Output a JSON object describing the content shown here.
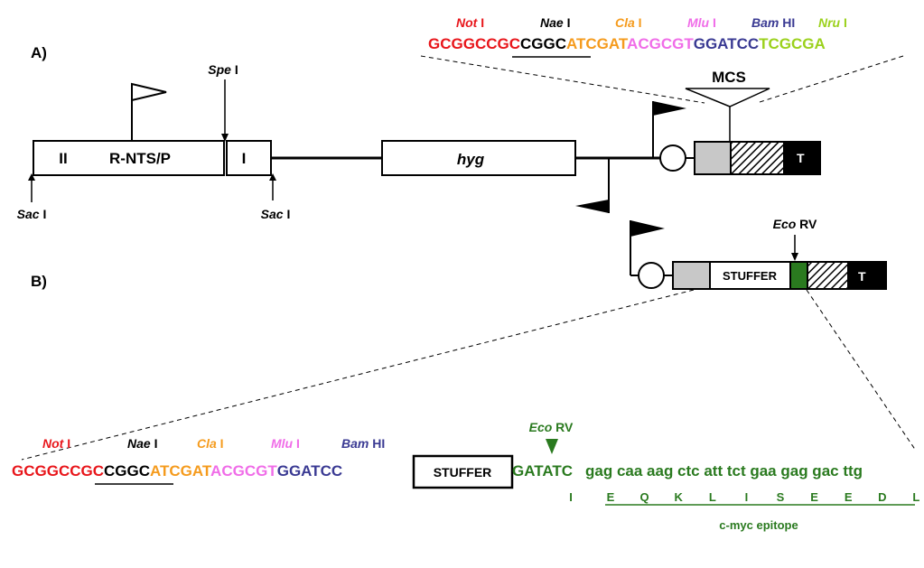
{
  "colors": {
    "not": "#e8161b",
    "nae": "#000000",
    "cla": "#f59b1d",
    "mlu": "#f06de8",
    "bam": "#3a3a93",
    "nru": "#9bd11c",
    "green": "#2a7a1f",
    "grey": "#c8c8c8",
    "black": "#000000"
  },
  "panel_a": {
    "label": "A)",
    "box_left_roman": "II",
    "box_left_name": "R-NTS/P",
    "box_small": "I",
    "hyg": "hyg",
    "terminator": "T",
    "mcs": "MCS",
    "spe": {
      "italic": "Spe",
      "roman": " I"
    },
    "sac_left": {
      "italic": "Sac",
      "roman": " I"
    },
    "sac_right": {
      "italic": "Sac",
      "roman": " I"
    },
    "sites": [
      {
        "italic": "Not",
        "roman": " I",
        "seq": "GCGGCCGC",
        "color": "#e8161b"
      },
      {
        "italic": "Nae",
        "roman": " I",
        "seq": "CGGC",
        "color": "#000000"
      },
      {
        "italic": "Cla",
        "roman": " I",
        "seq": "ATCGAT",
        "color": "#f59b1d"
      },
      {
        "italic": "Mlu",
        "roman": " I",
        "seq": "ACGCGT",
        "color": "#f06de8"
      },
      {
        "italic": "Bam",
        "roman": " HI",
        "seq": "GGATCC",
        "color": "#3a3a93"
      },
      {
        "italic": "Nru",
        "roman": " I",
        "seq": "TCGCGA",
        "color": "#9bd11c"
      }
    ]
  },
  "panel_b": {
    "label": "B)",
    "stuffer": "STUFFER",
    "terminator": "T",
    "eco": {
      "italic": "Eco",
      "roman": " RV"
    },
    "eco_seq": "GATATC",
    "codons": "gag caa aag ctc att tct gaa gag gac ttg",
    "aa_first": "I",
    "aa": [
      "E",
      "Q",
      "K",
      "L",
      "I",
      "S",
      "E",
      "E",
      "D",
      "L"
    ],
    "epitope": "c-myc epitope",
    "sites": [
      {
        "italic": "Not",
        "roman": " I",
        "seq": "GCGGCCGC",
        "color": "#e8161b"
      },
      {
        "italic": "Nae",
        "roman": " I",
        "seq": "CGGC",
        "color": "#000000"
      },
      {
        "italic": "Cla",
        "roman": " I",
        "seq": "ATCGAT",
        "color": "#f59b1d"
      },
      {
        "italic": "Mlu",
        "roman": " I",
        "seq": "ACGCGT",
        "color": "#f06de8"
      },
      {
        "italic": "Bam",
        "roman": " HI",
        "seq": "GGATCC",
        "color": "#3a3a93"
      }
    ]
  }
}
